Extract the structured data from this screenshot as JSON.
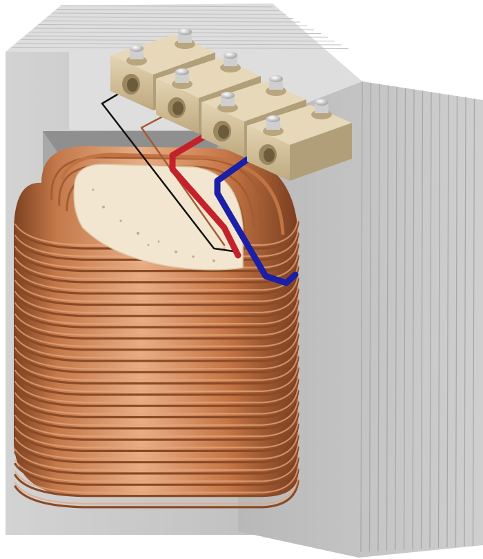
{
  "scene": {
    "subject": "transformer",
    "colors": {
      "background": "#ffffff",
      "core_face": "#c9c9c9",
      "core_side": "#b3b3b3",
      "core_top": "#dcdcdc",
      "lamination_line": "#a3a3a3",
      "window": "#9a9a9a",
      "copper_light": "#e6a67c",
      "copper_mid": "#c77a48",
      "copper_dark": "#8a4a26",
      "insulation": "#f3e7d2",
      "terminal_block": "#d8c7a4",
      "terminal_shadow": "#b19f7a",
      "bolt": "#e9e9e9",
      "wire_red": "#c4222b",
      "wire_blue": "#1b1fa8",
      "wire_black": "#111111",
      "wire_copper": "#a35a35"
    },
    "terminals": {
      "count": 4
    },
    "coil": {
      "visible_turns": 24
    }
  }
}
